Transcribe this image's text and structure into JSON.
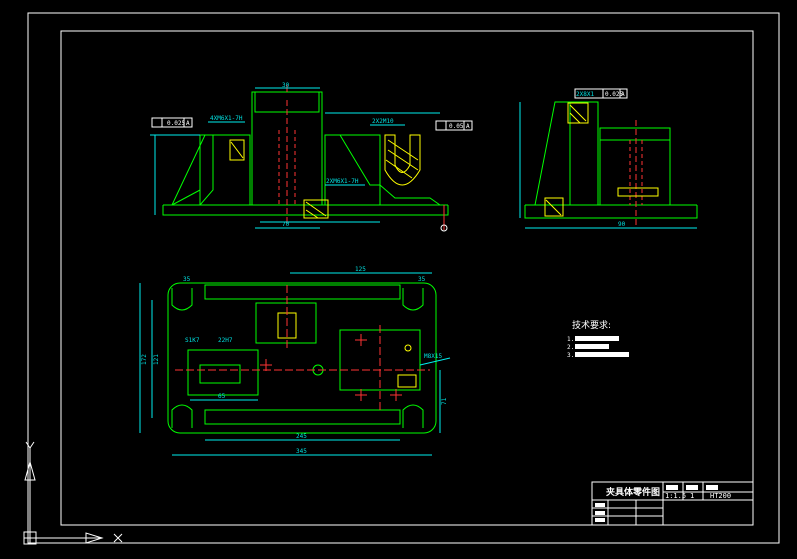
{
  "drawing": {
    "front_view": {
      "tolerance_left": "0.025",
      "tolerance_left_datum": "A",
      "tolerance_right": "0.05",
      "tolerance_right_datum": "A",
      "thread_left": "4XM6X1-7H",
      "thread_right": "2X2M10",
      "thread_bottom": "2XM6X1-7H",
      "dim_top": "30",
      "dim_bottom": "70"
    },
    "side_view": {
      "thread": "2X8X1",
      "tolerance": "0.025",
      "tolerance_datum": "A",
      "dim_bottom": "90"
    },
    "plan_view": {
      "dim_top": "125",
      "dim_overall": "345",
      "dim_inner": "245",
      "dim_left": "35",
      "dim_right": "35",
      "dim_height_1": "172",
      "dim_height_2": "121",
      "dim_height_3": "71",
      "dim_65": "65",
      "thread_label": "M8X15",
      "fit_left": "S1K7",
      "fit_right": "22H7"
    },
    "technical_requirements": {
      "heading": "技术要求:",
      "items": [
        "1.",
        "2.",
        "3."
      ]
    },
    "title_block": {
      "part_name": "夹具体零件图",
      "scale": "1:1.5",
      "quantity": "1",
      "material": "HT200"
    }
  },
  "colors": {
    "outline": "#00ff00",
    "border": "#ffffff",
    "dimension": "#00e0e0",
    "hidden": "#ff3333",
    "hatch": "#ffff00"
  }
}
